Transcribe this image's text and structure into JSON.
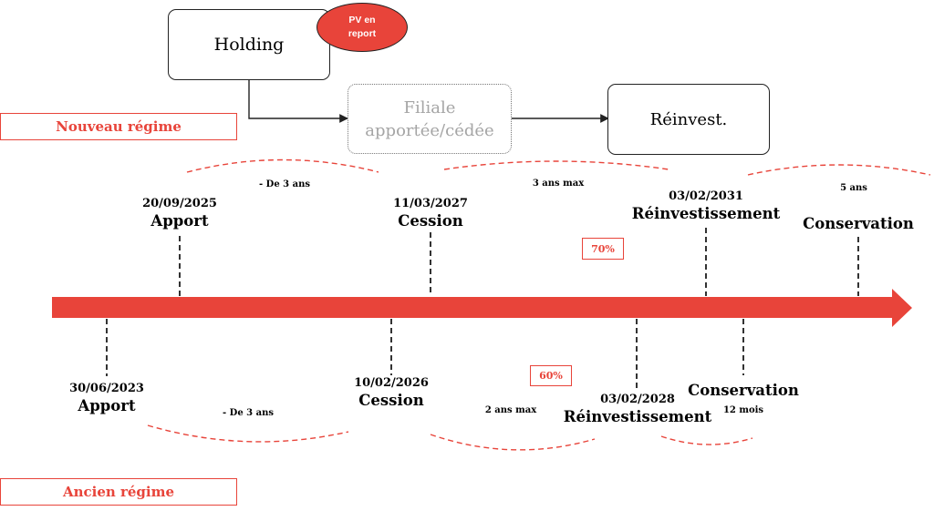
{
  "flow": {
    "holding": "Holding",
    "pv_badge_line1": "PV en",
    "pv_badge_line2": "report",
    "filiale_line1": "Filiale",
    "filiale_line2": "apportée/cédée",
    "reinvest": "Réinvest."
  },
  "regimes": {
    "nouveau": "Nouveau régime",
    "ancien": "Ancien régime"
  },
  "nouveau": {
    "apport": {
      "date": "20/09/2025",
      "label": "Apport"
    },
    "cession": {
      "date": "11/03/2027",
      "label": "Cession"
    },
    "reinvestissement": {
      "date": "03/02/2031",
      "label": "Réinvestissement"
    },
    "conservation": {
      "label": "Conservation"
    },
    "durations": {
      "apport_cession": "- De 3 ans",
      "cession_reinvest": "3 ans max",
      "conservation": "5 ans"
    },
    "percent": "70%"
  },
  "ancien": {
    "apport": {
      "date": "30/06/2023",
      "label": "Apport"
    },
    "cession": {
      "date": "10/02/2026",
      "label": "Cession"
    },
    "reinvestissement": {
      "date": "03/02/2028",
      "label": "Réinvestissement"
    },
    "conservation": {
      "label": "Conservation"
    },
    "durations": {
      "apport_cession": "- De 3 ans",
      "cession_reinvest": "2 ans max",
      "conservation": "12 mois"
    },
    "percent": "60%"
  },
  "colors": {
    "accent": "#e8443a",
    "border": "#222222",
    "muted": "#a5a5a5"
  }
}
